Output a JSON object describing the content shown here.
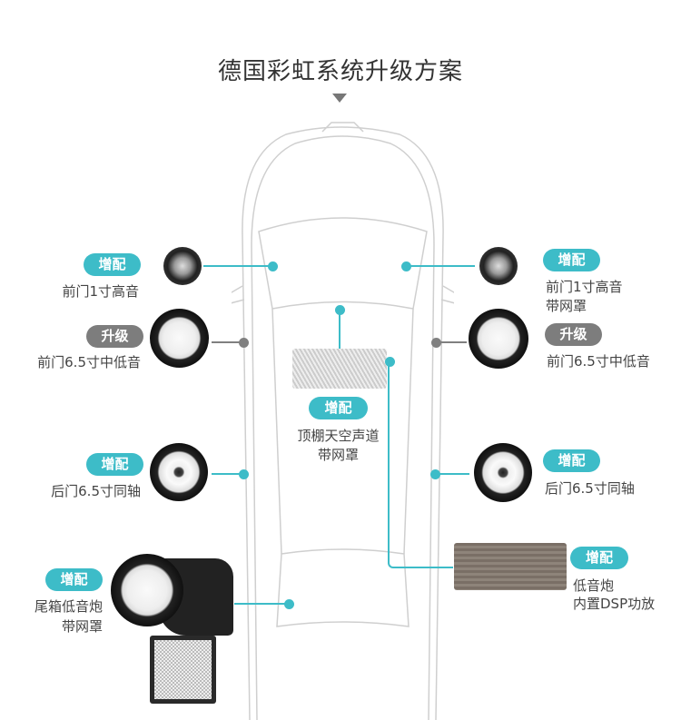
{
  "title": "德国彩虹系统升级方案",
  "colors": {
    "accent": "#3dbcc8",
    "upgrade": "#7d7d7d"
  },
  "items": [
    {
      "badge": "增配",
      "lines": [
        "前门1寸高音"
      ],
      "icon": "tweeter-icon"
    },
    {
      "badge": "增配",
      "lines": [
        "前门1寸高音",
        "带网罩"
      ],
      "icon": "tweeter-icon"
    },
    {
      "badge": "升级",
      "lines": [
        "前门6.5寸中低音"
      ],
      "icon": "woofer-icon"
    },
    {
      "badge": "升级",
      "lines": [
        "前门6.5寸中低音"
      ],
      "icon": "woofer-icon"
    },
    {
      "badge": "增配",
      "lines": [
        "顶棚天空声道",
        "带网罩"
      ],
      "icon": "ceiling-speaker-icon"
    },
    {
      "badge": "增配",
      "lines": [
        "后门6.5寸同轴"
      ],
      "icon": "coaxial-speaker-icon"
    },
    {
      "badge": "增配",
      "lines": [
        "后门6.5寸同轴"
      ],
      "icon": "coaxial-speaker-icon"
    },
    {
      "badge": "增配",
      "lines": [
        "低音炮",
        "内置DSP功放"
      ],
      "icon": "amplifier-icon"
    },
    {
      "badge": "增配",
      "lines": [
        "尾箱低音炮",
        "带网罩"
      ],
      "icon": "subwoofer-icon"
    }
  ]
}
